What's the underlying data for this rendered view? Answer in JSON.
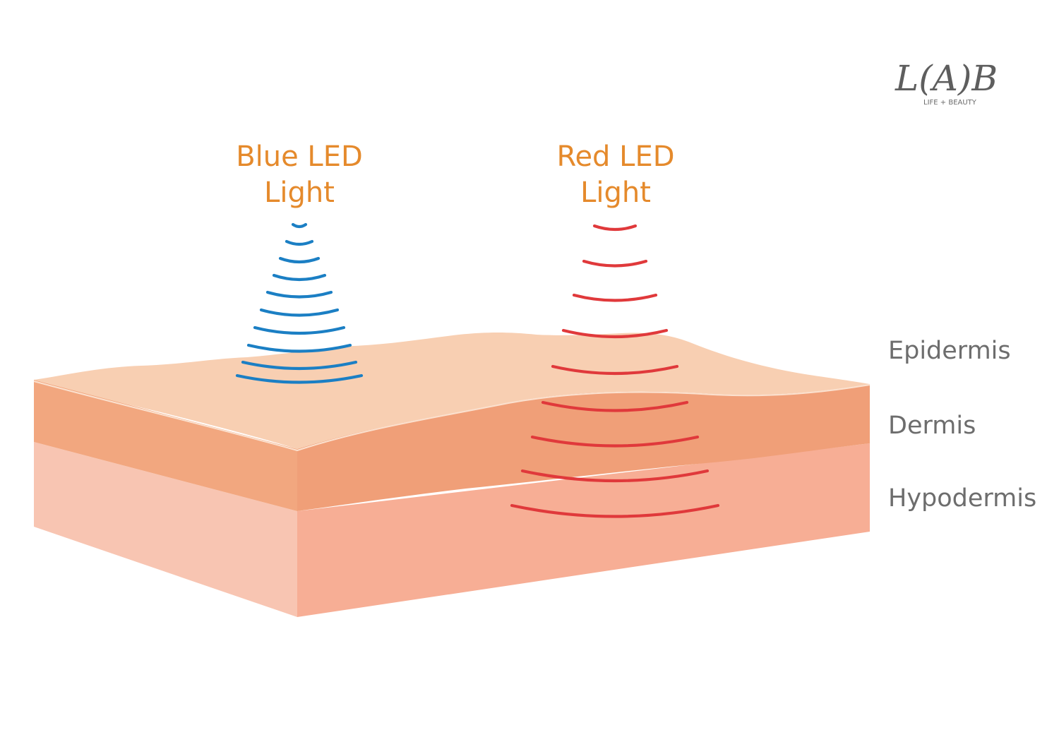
{
  "logo": {
    "mark": "L(A)B",
    "tagline": "LIFE + BEAUTY"
  },
  "blue_led": {
    "title_line1": "Blue LED",
    "title_line2": "Light",
    "color": "#1b7fc4"
  },
  "red_led": {
    "title_line1": "Red LED",
    "title_line2": "Light",
    "color": "#e0393b"
  },
  "layers": {
    "epidermis": "Epidermis",
    "dermis": "Dermis",
    "hypodermis": "Hypodermis"
  },
  "colors": {
    "title_orange": "#e58a2c",
    "label_gray": "#6d6d6d",
    "epidermis": "#f8cfb2",
    "dermis_front": "#f09f78",
    "dermis_side": "#f2a77f",
    "hypodermis_front": "#f7ae95",
    "hypodermis_side": "#f8c5b2"
  }
}
